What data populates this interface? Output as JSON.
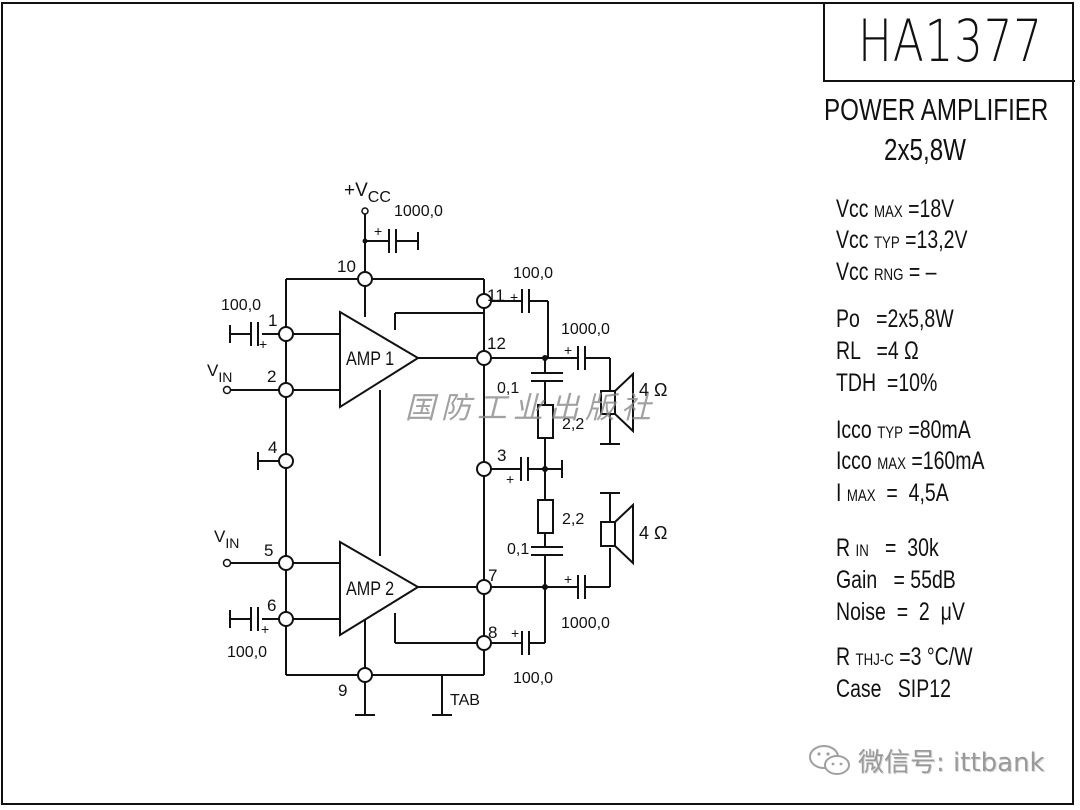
{
  "title": "HA1377",
  "subtitle": "POWER AMPLIFIER",
  "power_rating": "2x5,8W",
  "specs": [
    {
      "main": "Vcc",
      "sub": "MAX",
      "value": " =18V"
    },
    {
      "main": "Vcc",
      "sub": "TYP",
      "value": " =13,2V"
    },
    {
      "main": "Vcc",
      "sub": "RNG",
      "value": " = –"
    },
    {
      "main": "Po",
      "sub": "",
      "value": "  =2x5,8W"
    },
    {
      "main": "RL",
      "sub": "",
      "value": "  =4 Ω"
    },
    {
      "main": "TDH",
      "sub": "",
      "value": " =10%"
    },
    {
      "main": "Icco",
      "sub": "TYP",
      "value": " =80mA"
    },
    {
      "main": "Icco",
      "sub": "MAX",
      "value": " =160mA"
    },
    {
      "main": "I",
      "sub": "MAX",
      "value": "  =  4,5A"
    },
    {
      "main": "R",
      "sub": "IN",
      "value": "   =  30k"
    },
    {
      "main": "Gain",
      "sub": "",
      "value": "  = 55dB"
    },
    {
      "main": "Noise",
      "sub": "",
      "value": " =  2  μV"
    },
    {
      "main": "R",
      "sub": "THJ-C",
      "value": " =3 °C/W"
    },
    {
      "main": "Case",
      "sub": "",
      "value": "  SIP12"
    }
  ],
  "schematic": {
    "supply_label": "+V",
    "supply_sub": "CC",
    "vin_label": "V",
    "vin_sub": "IN",
    "amp1_label": "AMP 1",
    "amp2_label": "AMP 2",
    "tab_label": "TAB",
    "pins": [
      "1",
      "2",
      "3",
      "4",
      "5",
      "6",
      "7",
      "8",
      "9",
      "10",
      "11",
      "12"
    ],
    "components": {
      "c_supply": "1000,0",
      "c_pin1": "100,0",
      "c_pin6": "100,0",
      "c_pin11": "100,0",
      "c_pin8": "100,0",
      "c_out1": "1000,0",
      "c_out2": "1000,0",
      "c_zobel1": "0,1",
      "c_zobel2": "0,1",
      "r_zobel1": "2,2",
      "r_zobel2": "2,2",
      "speaker1": "4 Ω",
      "speaker2": "4 Ω"
    },
    "plus": "+"
  },
  "watermark": "国防工业出版社",
  "footer": {
    "icon": "wechat-icon",
    "text": "微信号: ittbank"
  }
}
